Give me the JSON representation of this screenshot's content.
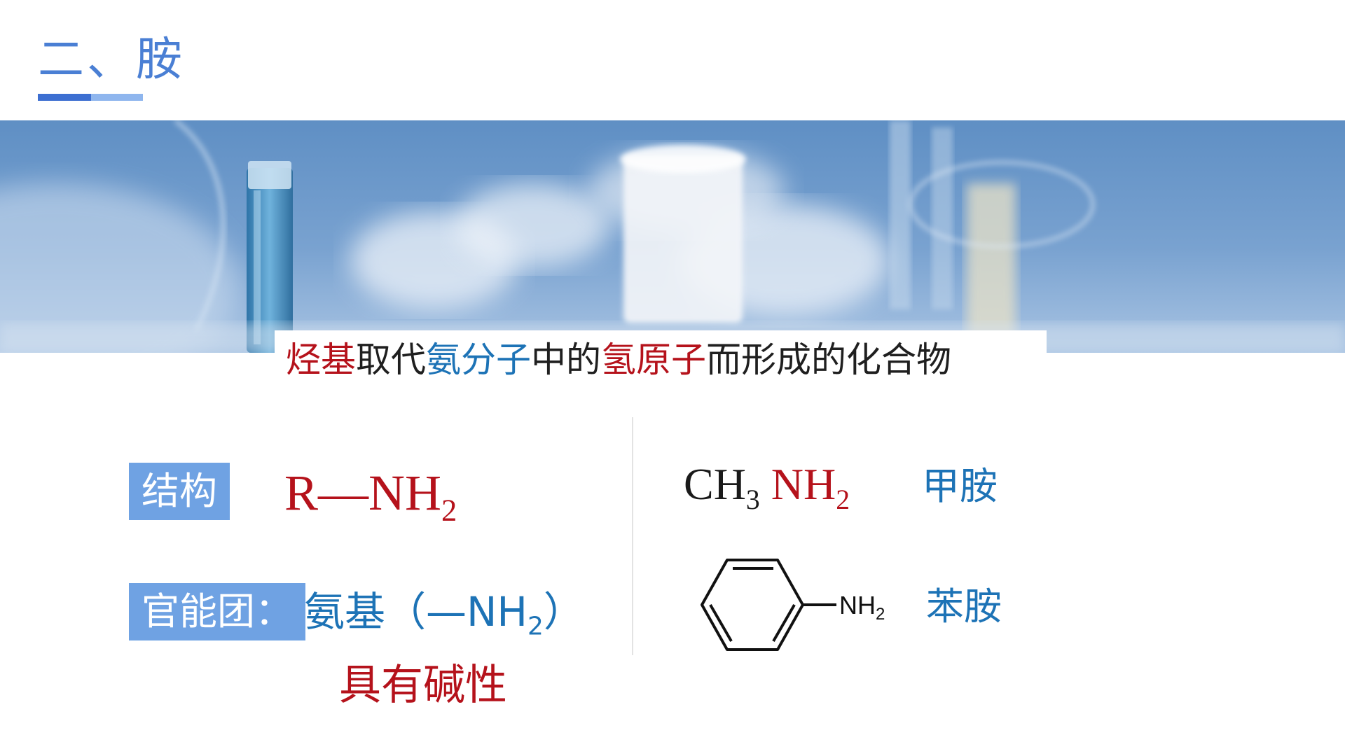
{
  "slide": {
    "title": "二、胺"
  },
  "definition": {
    "parts": [
      {
        "text": "烃基",
        "color": "#b5121b"
      },
      {
        "text": "取代",
        "color": "#1f1f1f"
      },
      {
        "text": "氨分子",
        "color": "#1d73b6"
      },
      {
        "text": "中的",
        "color": "#1f1f1f"
      },
      {
        "text": "氢原子",
        "color": "#b5121b"
      },
      {
        "text": "而形成的化合物",
        "color": "#1f1f1f"
      }
    ]
  },
  "structure": {
    "label": "结构",
    "formula_main": "R—NH",
    "formula_sub": "2"
  },
  "functional_group": {
    "label": "官能团：",
    "name_prefix": "氨基（—NH",
    "name_sub": "2",
    "name_suffix": "）",
    "property": "具有碱性"
  },
  "examples": {
    "methylamine": {
      "formula_ch": "CH",
      "formula_ch_sub": "3",
      "formula_nh": "NH",
      "formula_nh_sub": "2",
      "name": "甲胺"
    },
    "aniline": {
      "group_label": "NH",
      "group_sub": "2",
      "name": "苯胺"
    }
  },
  "colors": {
    "accent_blue": "#4a7fd4",
    "chip_blue": "#6fa2e3",
    "text_red": "#b5121b",
    "text_blue": "#1d73b6"
  }
}
